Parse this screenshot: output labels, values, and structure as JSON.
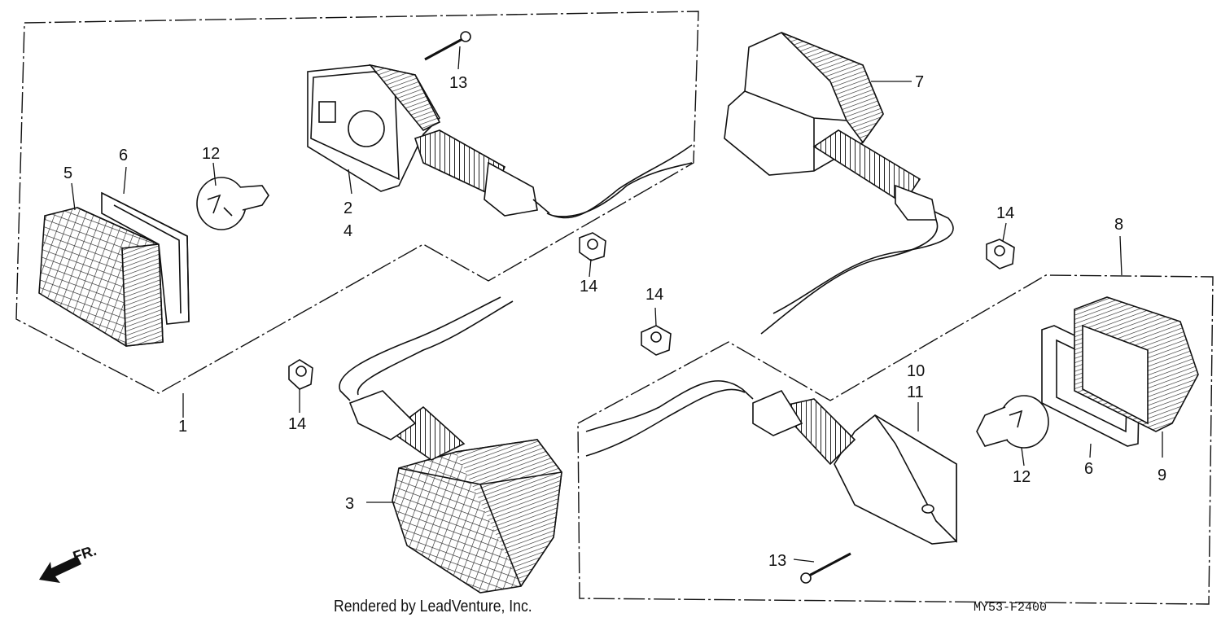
{
  "callouts": {
    "n1": "1",
    "n2": "2",
    "n3": "3",
    "n4": "4",
    "n5": "5",
    "n6a": "6",
    "n6b": "6",
    "n7": "7",
    "n8": "8",
    "n9": "9",
    "n10": "10",
    "n11": "11",
    "n12a": "12",
    "n12b": "12",
    "n13a": "13",
    "n13b": "13",
    "n14a": "14",
    "n14b": "14",
    "n14c": "14",
    "n14d": "14"
  },
  "front_label": "FR.",
  "credit": "Rendered by LeadVenture, Inc.",
  "diagram_code": "MY53-F2400",
  "icons": [
    "front-arrow-icon"
  ]
}
